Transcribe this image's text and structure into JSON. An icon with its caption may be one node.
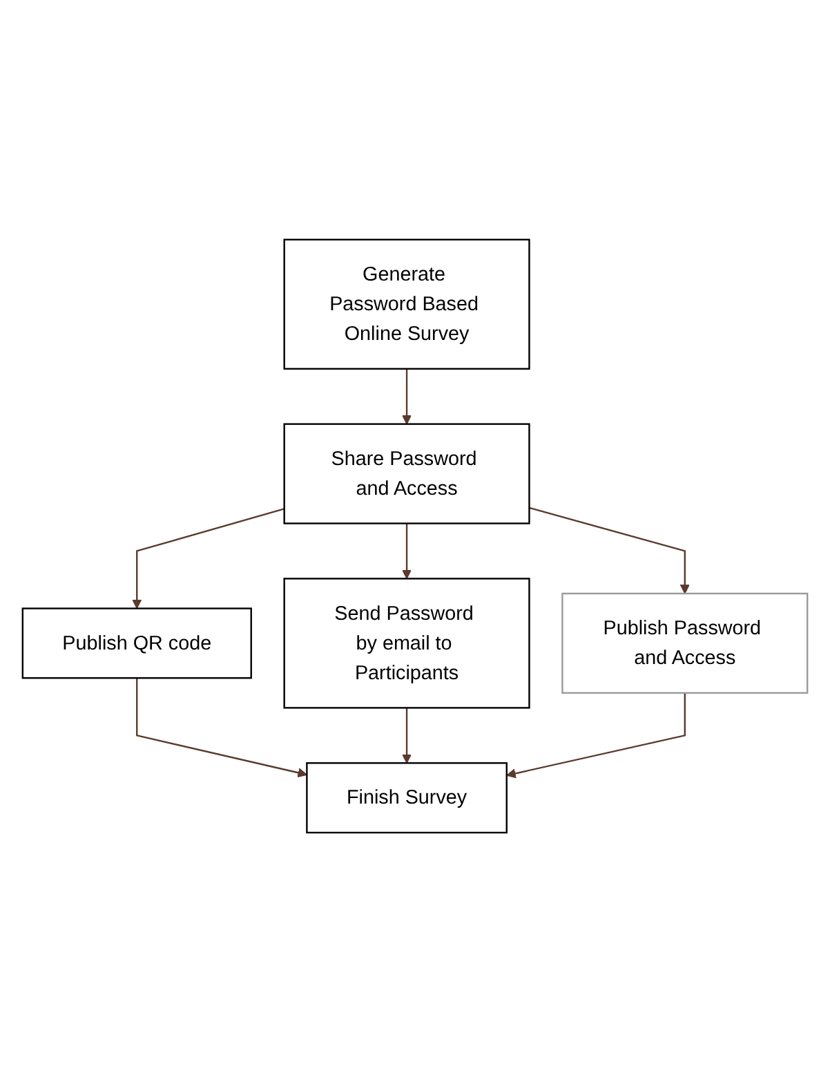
{
  "diagram": {
    "nodes": [
      {
        "text": [
          "Generate Password Based Online Survey"
        ]
      },
      {
        "text": [
          "Share Password and Access"
        ]
      },
      {
        "text": [
          "Publish QR code"
        ]
      },
      {
        "text": [
          "Send Password by email to Participants"
        ]
      },
      {
        "text": [
          "Publish Password and Access"
        ]
      },
      {
        "text": [
          "Finish Survey"
        ]
      }
    ],
    "edges": [
      {
        "from": 0,
        "to": 1,
        "arrow": "to"
      },
      {
        "from": 1,
        "to": 2,
        "arrow": "to"
      },
      {
        "from": 1,
        "to": 3,
        "arrow": "to"
      },
      {
        "from": 1,
        "to": 4,
        "arrow": "to"
      },
      {
        "from": 2,
        "to": 5,
        "arrow": "to"
      },
      {
        "from": 3,
        "to": 5,
        "arrow": "to"
      },
      {
        "from": 4,
        "to": 5,
        "arrow": "to"
      }
    ]
  }
}
